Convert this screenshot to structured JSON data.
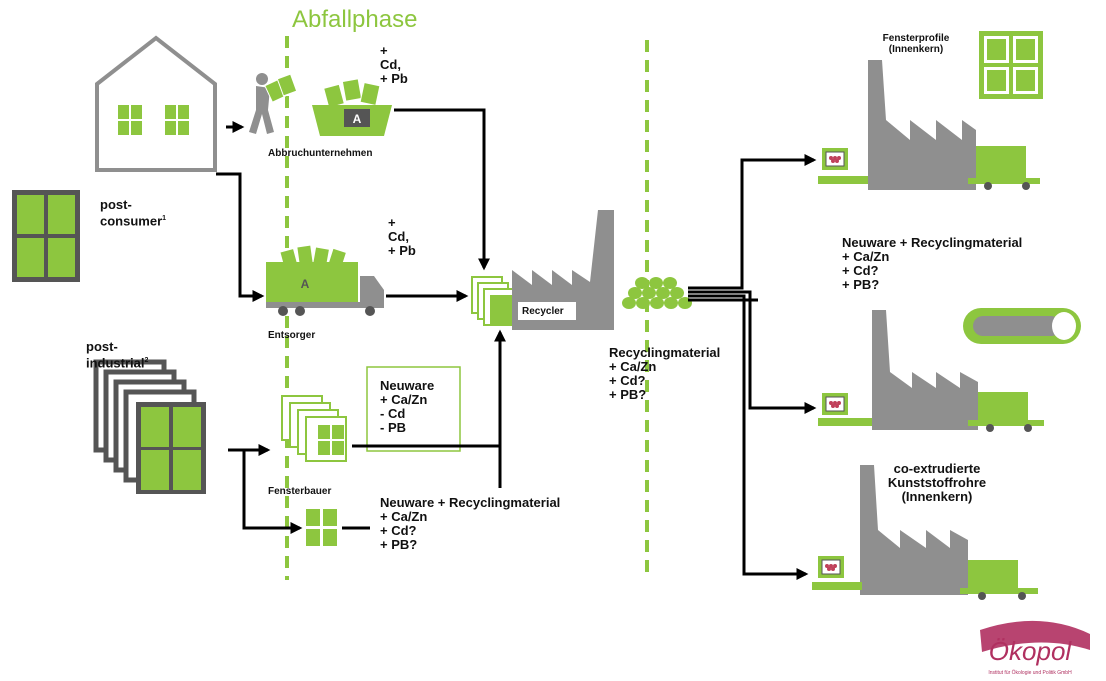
{
  "phase_title": "Abfallphase",
  "sources": {
    "post_consumer": "post-\nconsumer",
    "post_consumer_mark": "1",
    "post_industrial": "post-\nindustrial",
    "post_industrial_mark": "2"
  },
  "actors": {
    "demolition": "Abbruchunternehmen",
    "disposal": "Entsorger",
    "window_maker": "Fensterbauer",
    "recycler": "Recycler",
    "container_letter": "A",
    "truck_letter": "A"
  },
  "additives": {
    "demolition": "+\nCd,\n+ Pb",
    "disposal": "+\nCd,\n+ Pb"
  },
  "boxes": {
    "new_material": "Neuware\n+ Ca/Zn\n- Cd\n- PB",
    "new_plus_recycled": "Neuware + Recyclingmaterial\n+ Ca/Zn\n+ Cd?\n+ PB?",
    "recycling_material": "Recyclingmaterial\n+ Ca/Zn\n+ Cd?\n+ PB?"
  },
  "outputs": {
    "window_profiles": "Fensterprofile\n(Innenkern)",
    "mixed": "Neuware + Recyclingmaterial\n+ Ca/Zn\n+ Cd?\n+ PB?",
    "pipes": "co-extrudierte\nKunststoffrohre\n(Innenkern)"
  },
  "logo": {
    "name": "Ökopol",
    "tagline": "Institut für Ökologie und Politik GmbH"
  },
  "colors": {
    "green": "#8dc63f",
    "gray": "#8f8f8f",
    "dark_gray": "#555555",
    "arrow": "#000000",
    "logo": "#b03060"
  }
}
